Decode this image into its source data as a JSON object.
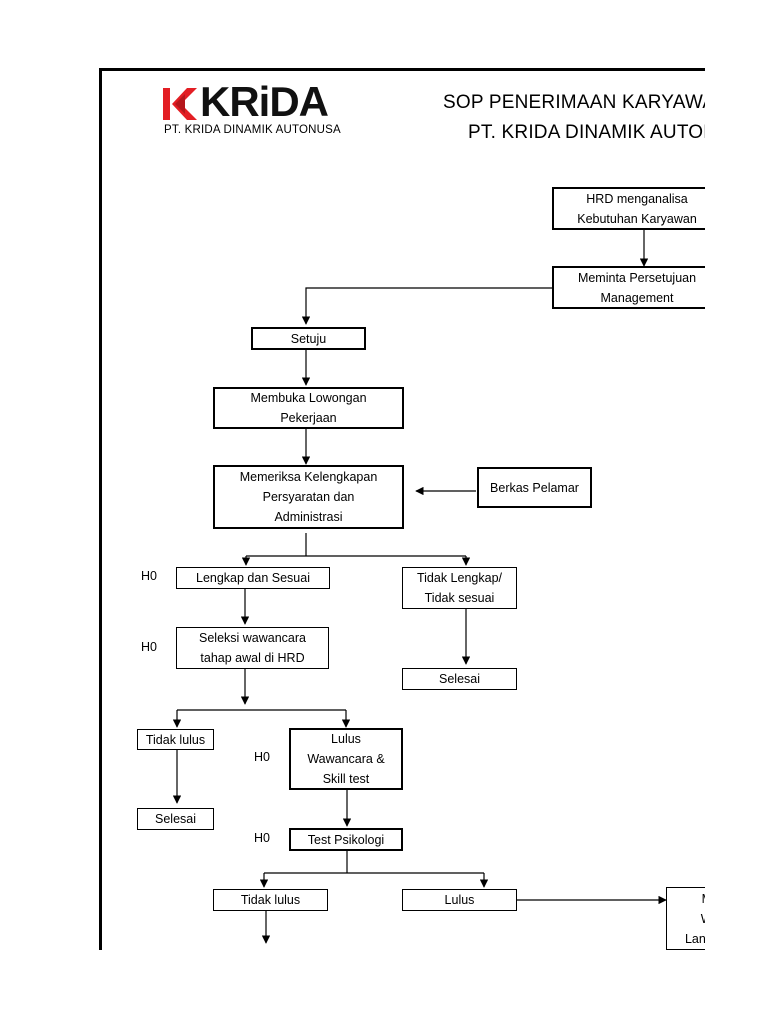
{
  "header": {
    "logo_text": "KRiDA",
    "company_subtitle": "PT. KRIDA DINAMIK AUTONUSA",
    "title_line1": "SOP PENERIMAAN KARYAWAN",
    "title_line2": "PT. KRIDA DINAMIK AUTONUSA",
    "logo_color": "#e31e24"
  },
  "nodes": {
    "hrd_analisa": [
      "HRD menganalisa",
      "Kebutuhan Karyawan"
    ],
    "persetujuan": [
      "Meminta Persetujuan",
      "Management"
    ],
    "setuju": [
      "Setuju"
    ],
    "lowongan": [
      "Membuka Lowongan",
      "Pekerjaan"
    ],
    "periksa": [
      "Memeriksa Kelengkapan",
      "Persyaratan dan",
      "Administrasi"
    ],
    "berkas": [
      "Berkas Pelamar"
    ],
    "lengkap": [
      "Lengkap dan Sesuai"
    ],
    "tidak_lengkap": [
      "Tidak Lengkap/",
      "Tidak sesuai"
    ],
    "selesai_1": [
      "Selesai"
    ],
    "seleksi": [
      "Seleksi wawancara",
      "tahap awal di HRD"
    ],
    "tidak_lulus_1": [
      "Tidak lulus"
    ],
    "lulus_wawancara": [
      "Lulus",
      "Wawancara &",
      "Skill test"
    ],
    "selesai_2": [
      "Selesai"
    ],
    "psikologi": [
      "Test Psikologi"
    ],
    "tidak_lulus_2": [
      "Tidak lulus"
    ],
    "lulus_2": [
      "Lulus"
    ],
    "lanjut": [
      "Me",
      "Wa",
      "Lanjut"
    ]
  },
  "time_labels": {
    "lengkap": "H0",
    "seleksi": "H0",
    "lulus_wawancara": "H0",
    "psikologi": "H0"
  }
}
